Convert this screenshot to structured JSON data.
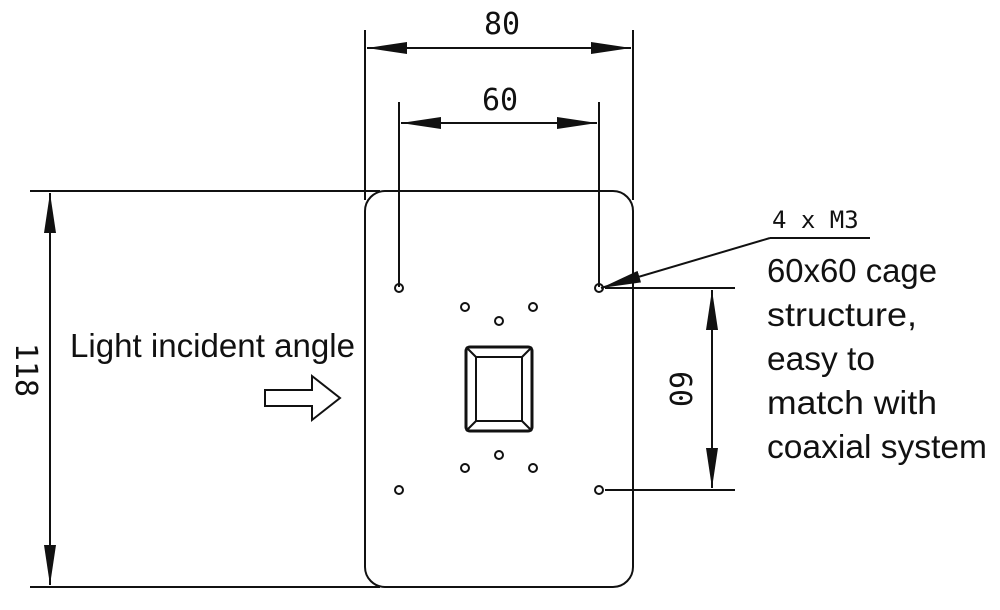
{
  "dimensions": {
    "outer_width": "80",
    "hole_spacing_horizontal": "60",
    "height": "118",
    "hole_spacing_vertical": "60"
  },
  "labels": {
    "light_incident_angle": "Light incident angle",
    "hole_spec": "4 x M3",
    "description_lines": [
      "60x60 cage",
      "structure,",
      "easy to",
      "match with",
      "coaxial system"
    ]
  },
  "colors": {
    "line": "#111111",
    "background": "#ffffff"
  }
}
